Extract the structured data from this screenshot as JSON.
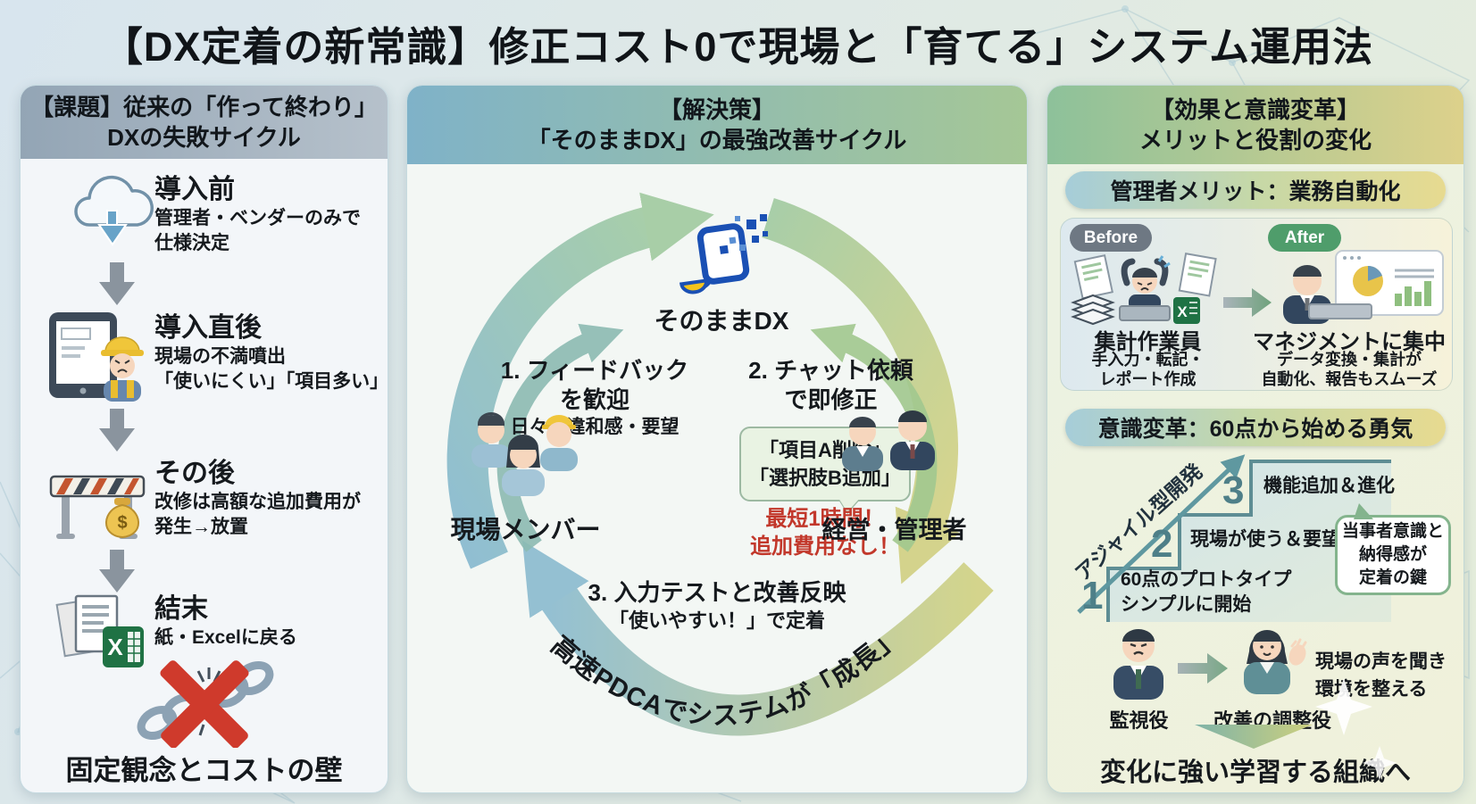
{
  "title": "【DX定着の新常識】修正コスト0で現場と「育てる」システム運用法",
  "colors": {
    "red_highlight": "#c2382b",
    "excel_green": "#1f7244",
    "before_badge": "#6e7883",
    "after_badge": "#4f9d6b",
    "stair_teal": "#4e7f88",
    "logo_blue": "#1a50b4",
    "logo_yellow": "#f3c41d",
    "cycle_blue": "#7fb5cd",
    "cycle_green": "#9cc89b",
    "cycle_yellow": "#d2cf7c"
  },
  "left_panel": {
    "header_line1": "【課題】従来の「作って終わり」",
    "header_line2": "DXの失敗サイクル",
    "steps": [
      {
        "icon": "cloud-download-icon",
        "title": "導入前",
        "line1": "管理者・ベンダーのみで",
        "line2": "仕様決定"
      },
      {
        "icon": "tablet-angry-worker-icon",
        "title": "導入直後",
        "line1": "現場の不満噴出",
        "line2": "「使いにくい」「項目多い」"
      },
      {
        "icon": "barrier-money-icon",
        "title": "その後",
        "line1": "改修は高額な追加費用が",
        "line2": "発生→放置"
      },
      {
        "icon": "paper-excel-icon",
        "title": "結末",
        "line1": "紙・Excelに戻る",
        "line2": ""
      }
    ],
    "excel_letter": "X",
    "money_symbol": "$",
    "footer_icon": "broken-chain-icon",
    "footer": "固定観念とコストの壁"
  },
  "center_panel": {
    "header_line1": "【解決策】",
    "header_line2": "「そのままDX」の最強改善サイクル",
    "logo_icon": "sonomama-dx-logo",
    "logo_label": "そのままDX",
    "step1_line1": "1. フィードバック",
    "step1_line2": "を歓迎",
    "step1_sub": "日々の違和感・要望",
    "step2_line1": "2. チャット依頼",
    "step2_line2": "で即修正",
    "bubble_line1": "「項目A削除」",
    "bubble_line2": "「選択肢B追加」",
    "highlight_line1": "最短1時間！",
    "highlight_line2": "追加費用なし！",
    "left_actor": "現場メンバー",
    "right_actor": "経営・管理者",
    "step3_line1": "3. 入力テストと改善反映",
    "step3_line2": "「使いやすい！」で定着",
    "arc_text": "高速PDCAでシステムが「成長」"
  },
  "right_panel": {
    "header_line1": "【効果と意識変革】",
    "header_line2": "メリットと役割の変化",
    "merit": {
      "header": "管理者メリット：業務自動化",
      "before_badge": "Before",
      "after_badge": "After",
      "before_title": "集計作業員",
      "before_desc1": "手入力・転記・",
      "before_desc2": "レポート作成",
      "after_title": "マネジメントに集中",
      "after_desc1": "データ変換・集計が",
      "after_desc2": "自動化、報告もスムーズ"
    },
    "mindset": {
      "header": "意識変革：60点から始める勇気",
      "arrow_label": "アジャイル型開発",
      "step1_num": "1",
      "step1_line1": "60点のプロトタイプ",
      "step1_line2": "シンプルに開始",
      "step2_num": "2",
      "step2_line1": "現場が使う＆要望",
      "step3_num": "3",
      "step3_line1": "機能追加＆進化",
      "bubble_line1": "当事者意識と",
      "bubble_line2": "納得感が",
      "bubble_line3": "定着の鍵"
    },
    "roles": {
      "watcher_label": "監視役",
      "coordinator_label": "改善の調整役",
      "desc_line1": "現場の声を聞き",
      "desc_line2": "環境を整える",
      "footer": "変化に強い学習する組織へ"
    }
  }
}
